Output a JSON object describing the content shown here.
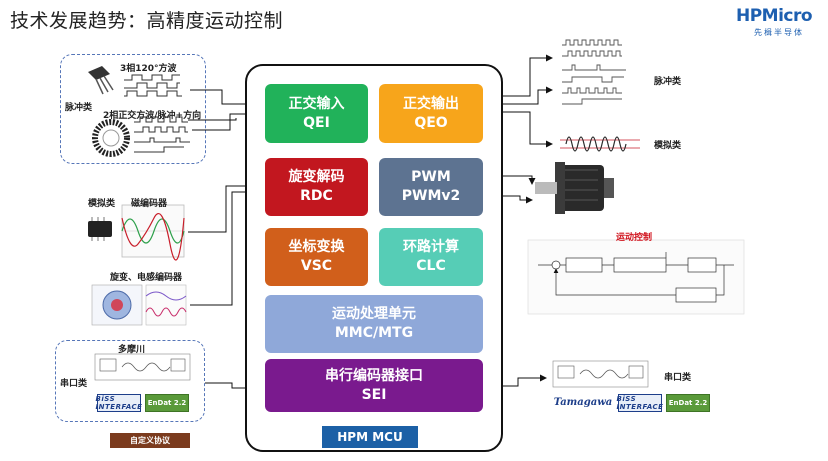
{
  "slide": {
    "title": "技术发展趋势：高精度运动控制"
  },
  "logo": {
    "word": "HPMicro",
    "subtitle": "先楫半导体"
  },
  "mcu": {
    "label": "HPM MCU",
    "blocks": {
      "qei": {
        "cn": "正交输入",
        "en": "QEI",
        "color": "#21b25a"
      },
      "qeo": {
        "cn": "正交输出",
        "en": "QEO",
        "color": "#f7a51b"
      },
      "rdc": {
        "cn": "旋变解码",
        "en": "RDC",
        "color": "#c2171f"
      },
      "pwm": {
        "cn": "PWM",
        "en": "PWMv2",
        "color": "#5d7391"
      },
      "vsc": {
        "cn": "坐标变换",
        "en": "VSC",
        "color": "#d15f1b"
      },
      "clc": {
        "cn": "环路计算",
        "en": "CLC",
        "color": "#56cdb6"
      },
      "mmc": {
        "cn": "运动处理单元",
        "en": "MMC/MTG",
        "color": "#8fa8d9"
      },
      "sei": {
        "cn": "串行编码器接口",
        "en": "SEI",
        "color": "#7a1a8e"
      }
    }
  },
  "left": {
    "pulse_group_label": "脉冲类",
    "hall_label": "3相120°方波",
    "quad_label": "2相正交方波/脉冲+方向",
    "analog_label": "模拟类",
    "mag_encoder_label": "磁编码器",
    "resolver_label": "旋变、电感编码器",
    "serial_vendor": "多摩川",
    "serial_label": "串口类",
    "custom_protocol": "自定义协议",
    "biss": "BiSS INTERFACE",
    "endat": "EnDat 2.2"
  },
  "right": {
    "pulse_label": "脉冲类",
    "analog_label": "模拟类",
    "motion_title": "运动控制",
    "serial_label": "串口类",
    "tamagawa": "Tamagawa",
    "biss": "BiSS INTERFACE",
    "endat": "EnDat 2.2"
  },
  "colors": {
    "accent_blue": "#1c60a6",
    "dash_border": "#5676b8"
  }
}
